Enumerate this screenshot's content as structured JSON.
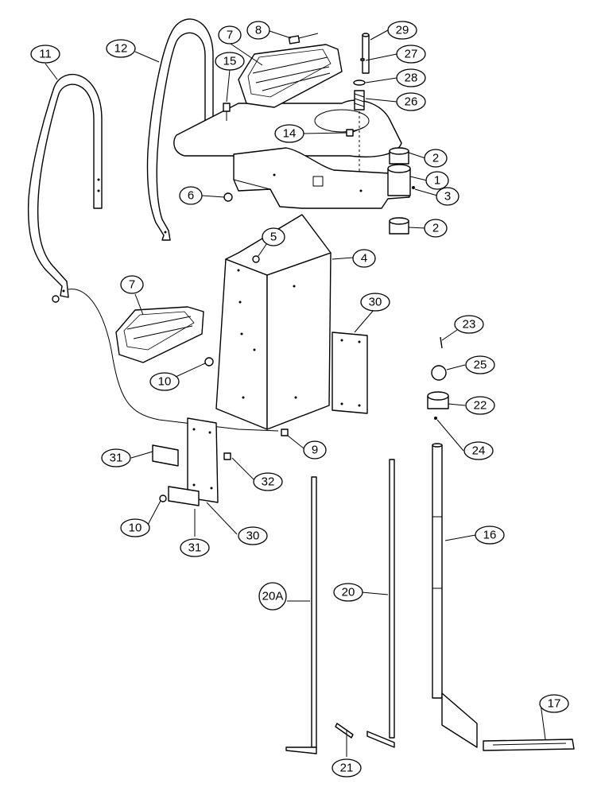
{
  "callouts": [
    {
      "id": "c11",
      "text": "11"
    },
    {
      "id": "c12",
      "text": "12"
    },
    {
      "id": "c7a",
      "text": "7"
    },
    {
      "id": "c8",
      "text": "8"
    },
    {
      "id": "c15",
      "text": "15"
    },
    {
      "id": "c29",
      "text": "29"
    },
    {
      "id": "c27",
      "text": "27"
    },
    {
      "id": "c28",
      "text": "28"
    },
    {
      "id": "c26",
      "text": "26"
    },
    {
      "id": "c14",
      "text": "14"
    },
    {
      "id": "c2a",
      "text": "2"
    },
    {
      "id": "c1",
      "text": "1"
    },
    {
      "id": "c3",
      "text": "3"
    },
    {
      "id": "c2b",
      "text": "2"
    },
    {
      "id": "c6",
      "text": "6"
    },
    {
      "id": "c5",
      "text": "5"
    },
    {
      "id": "c4",
      "text": "4"
    },
    {
      "id": "c7b",
      "text": "7"
    },
    {
      "id": "c30a",
      "text": "30"
    },
    {
      "id": "c23",
      "text": "23"
    },
    {
      "id": "c25",
      "text": "25"
    },
    {
      "id": "c22",
      "text": "22"
    },
    {
      "id": "c10a",
      "text": "10"
    },
    {
      "id": "c9",
      "text": "9"
    },
    {
      "id": "c24",
      "text": "24"
    },
    {
      "id": "c31a",
      "text": "31"
    },
    {
      "id": "c32",
      "text": "32"
    },
    {
      "id": "c10b",
      "text": "10"
    },
    {
      "id": "c30b",
      "text": "30"
    },
    {
      "id": "c31b",
      "text": "31"
    },
    {
      "id": "c16",
      "text": "16"
    },
    {
      "id": "c20a",
      "text": "20A"
    },
    {
      "id": "c20",
      "text": "20"
    },
    {
      "id": "c17",
      "text": "17"
    },
    {
      "id": "c21",
      "text": "21"
    }
  ]
}
